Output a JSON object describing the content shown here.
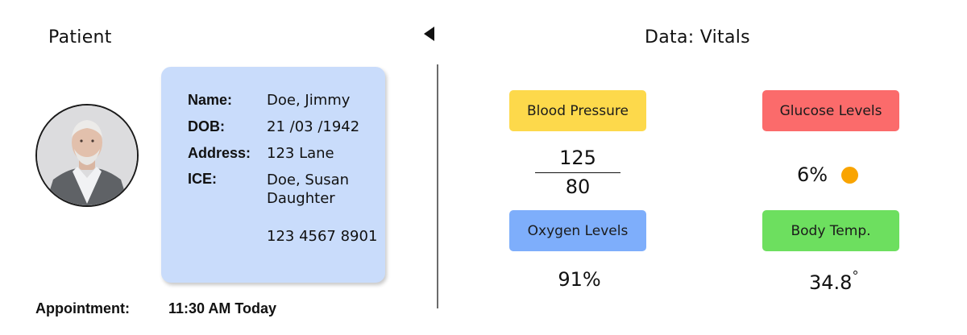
{
  "patient": {
    "section_title": "Patient",
    "fields": [
      {
        "label": "Name:",
        "value": "Doe, Jimmy"
      },
      {
        "label": "DOB:",
        "value": "21 /03 /1942"
      },
      {
        "label": "Address:",
        "value": "123 Lane"
      },
      {
        "label": "ICE:",
        "value": "Doe, Susan",
        "value2": "Daughter",
        "phone": "123 4567 8901"
      }
    ],
    "appointment": {
      "label": "Appointment:",
      "value": "11:30 AM Today"
    }
  },
  "vitals": {
    "section_title": "Data: Vitals",
    "blood_pressure": {
      "label": "Blood Pressure",
      "systolic": "125",
      "diastolic": "80",
      "color": "#fdd94b"
    },
    "glucose": {
      "label": "Glucose Levels",
      "value": "6%",
      "color": "#fb6b6b",
      "indicator_color": "#f9a400"
    },
    "oxygen": {
      "label": "Oxygen Levels",
      "value": "91%",
      "color": "#7eaefb"
    },
    "temperature": {
      "label": "Body Temp.",
      "value": "34.8",
      "unit": "°",
      "color": "#6ddf5f"
    }
  },
  "icons": {
    "back": "left-triangle-icon",
    "avatar": "patient-avatar"
  }
}
